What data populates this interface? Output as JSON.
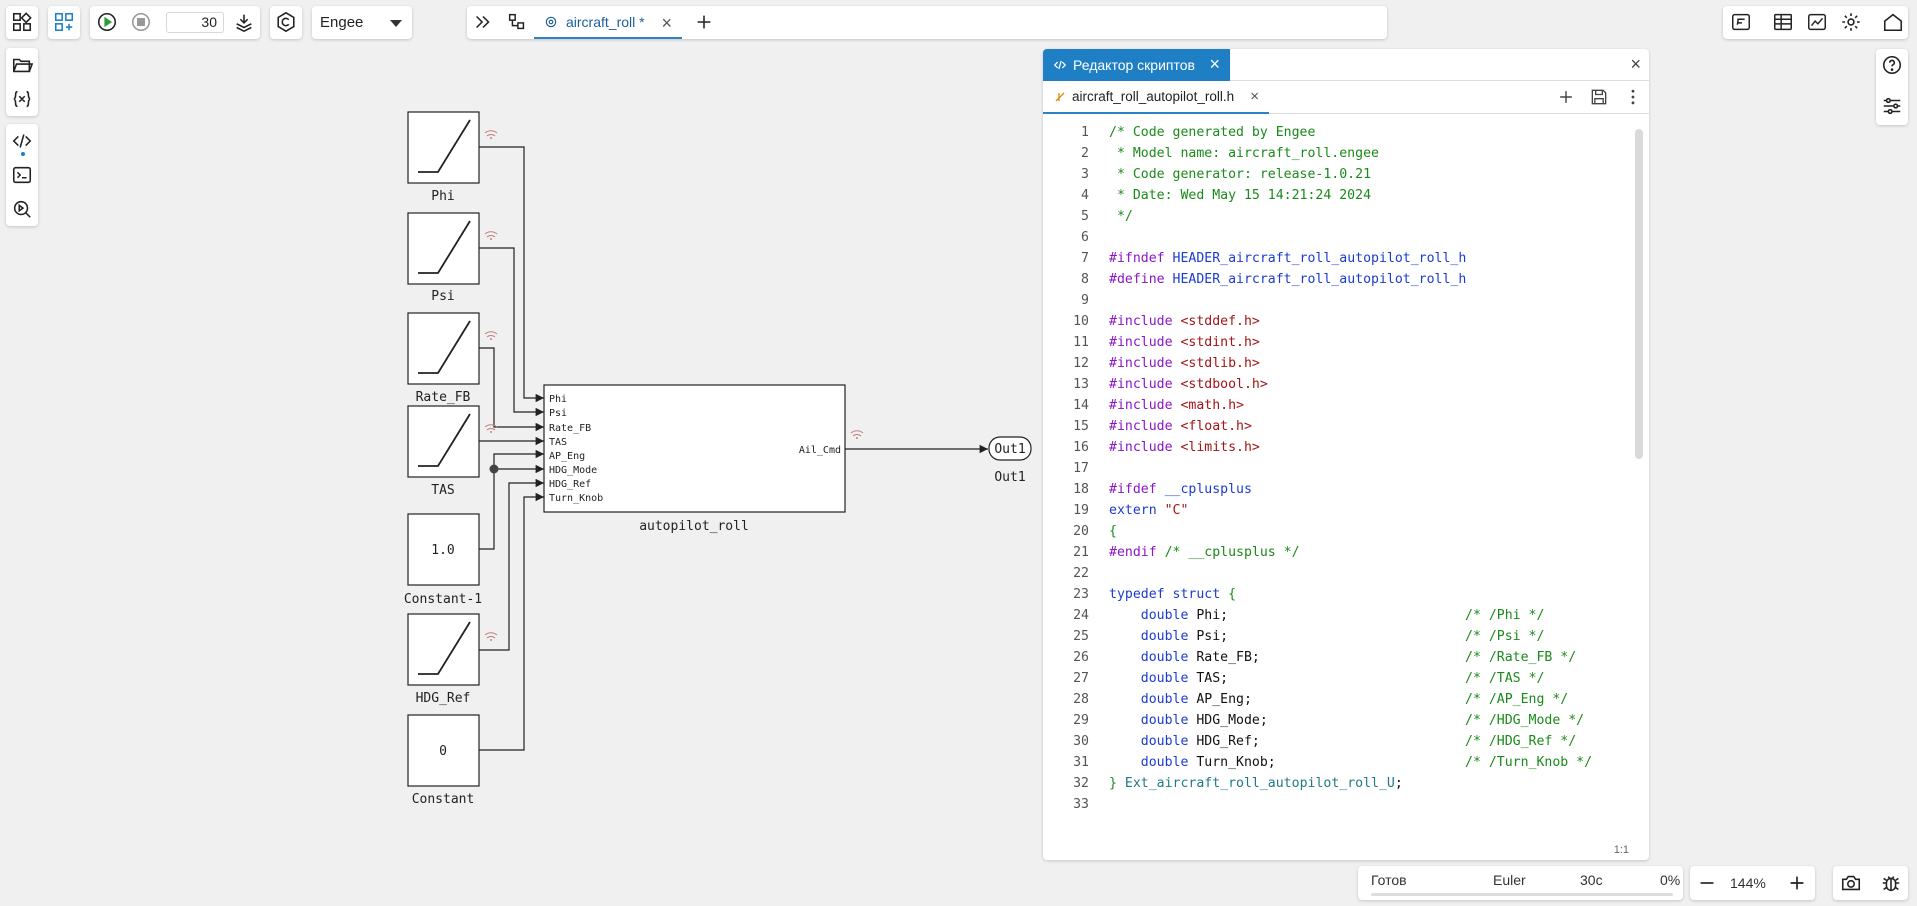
{
  "toolbar": {
    "sim_time": "30",
    "solver": "Engee"
  },
  "tabs": {
    "model_tab": "aircraft_roll *"
  },
  "diagram": {
    "blocks": {
      "phi": "Phi",
      "psi": "Psi",
      "rate_fb": "Rate_FB",
      "tas": "TAS",
      "constant_1": "Constant-1",
      "constant_1_value": "1.0",
      "hdg_ref": "HDG_Ref",
      "constant": "Constant",
      "constant_value": "0",
      "subsystem": "autopilot_roll",
      "out1": "Out1",
      "out1_inner": "Out1"
    },
    "in_ports": [
      "Phi",
      "Psi",
      "Rate_FB",
      "TAS",
      "AP_Eng",
      "HDG_Mode",
      "HDG_Ref",
      "Turn_Knob"
    ],
    "out_port": "Ail_Cmd"
  },
  "editor": {
    "title": "Редактор скриптов",
    "file_tab": "aircraft_roll_autopilot_roll.h",
    "cursor_pos": "1:1",
    "line_numbers": [
      "1",
      "2",
      "3",
      "4",
      "5",
      "6",
      "7",
      "8",
      "9",
      "10",
      "11",
      "12",
      "13",
      "14",
      "15",
      "16",
      "17",
      "18",
      "19",
      "20",
      "21",
      "22",
      "23",
      "24",
      "25",
      "26",
      "27",
      "28",
      "29",
      "30",
      "31",
      "32",
      "33"
    ],
    "code": {
      "l1": "/* Code generated by Engee",
      "l2": " * Model name: aircraft_roll.engee",
      "l3": " * Code generator: release-1.0.21",
      "l4": " * Date: Wed May 15 14:21:24 2024",
      "l5": " */",
      "ifndef": "#ifndef",
      "define": "#define",
      "guard": " HEADER_aircraft_roll_autopilot_roll_h",
      "include": "#include",
      "inc10": " <stddef.h>",
      "inc11": " <stdint.h>",
      "inc12": " <stdlib.h>",
      "inc13": " <stdbool.h>",
      "inc14": " <math.h>",
      "inc15": " <float.h>",
      "inc16": " <limits.h>",
      "ifdef": "#ifdef",
      "cplusplus": " __cplusplus",
      "extern": "extern",
      "extern_c": " \"C\"",
      "brace_open": "{",
      "endif": "#endif",
      "endif_comment": " /* __cplusplus */",
      "typedef": "typedef struct",
      "struct_open": " {",
      "double": "    double",
      "f24": " Phi;",
      "f25": " Psi;",
      "f26": " Rate_FB;",
      "f27": " TAS;",
      "f28": " AP_Eng;",
      "f29": " HDG_Mode;",
      "f30": " HDG_Ref;",
      "f31": " Turn_Knob;",
      "c24": "/* /Phi */",
      "c25": "/* /Psi */",
      "c26": "/* /Rate_FB */",
      "c27": "/* /TAS */",
      "c28": "/* /AP_Eng */",
      "c29": "/* /HDG_Mode */",
      "c30": "/* /HDG_Ref */",
      "c31": "/* /Turn_Knob */",
      "struct_close": "}",
      "struct_name": " Ext_aircraft_roll_autopilot_roll_U",
      "semicolon": ";"
    }
  },
  "status": {
    "state": "Готов",
    "solver": "Euler",
    "time": "30с",
    "progress": "0%"
  },
  "zoom": {
    "level": "144%"
  }
}
